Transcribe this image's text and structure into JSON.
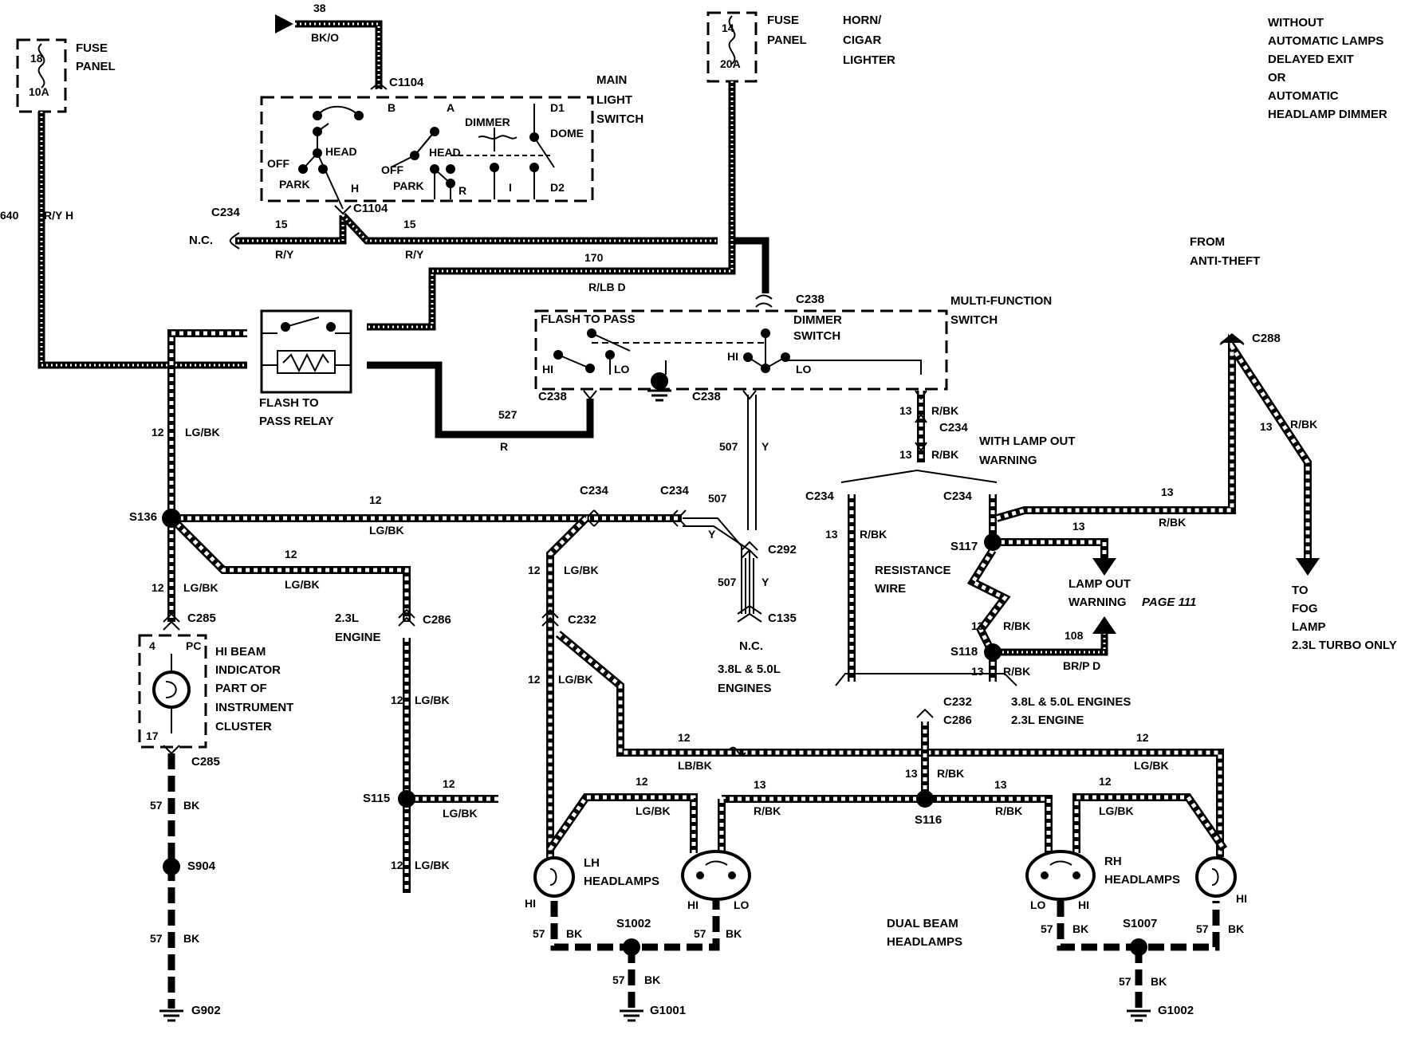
{
  "notes": {
    "without": "WITHOUT",
    "automatic_lamps": "AUTOMATIC LAMPS",
    "delayed_exit": "DELAYED EXIT",
    "or": "OR",
    "automatic": "AUTOMATIC",
    "headlamp_dimmer": "HEADLAMP DIMMER"
  },
  "fuses": {
    "left": {
      "number": "18",
      "rating": "10A",
      "label1": "FUSE",
      "label2": "PANEL"
    },
    "right": {
      "number": "14",
      "rating": "20A",
      "label1": "FUSE",
      "label2": "PANEL",
      "use1": "HORN/",
      "use2": "CIGAR",
      "use3": "LIGHTER"
    }
  },
  "components": {
    "main_light_switch": [
      "MAIN",
      "LIGHT",
      "SWITCH"
    ],
    "flash_to_pass_relay": [
      "FLASH TO",
      "PASS RELAY"
    ],
    "multi_function_switch": [
      "MULTI-FUNCTION",
      "SWITCH"
    ],
    "flash_to_pass": "FLASH TO PASS",
    "dimmer_switch": [
      "DIMMER",
      "SWITCH"
    ],
    "hi_beam_indicator": [
      "HI BEAM",
      "INDICATOR",
      "PART OF",
      "INSTRUMENT",
      "CLUSTER"
    ],
    "lh_headlamps": [
      "LH",
      "HEADLAMPS"
    ],
    "rh_headlamps": [
      "RH",
      "HEADLAMPS"
    ],
    "dual_beam": [
      "DUAL BEAM",
      "HEADLAMPS"
    ],
    "resistance_wire": [
      "RESISTANCE",
      "WIRE"
    ],
    "lamp_out_warning": [
      "LAMP OUT",
      "WARNING"
    ],
    "lamp_out_page": "PAGE 111",
    "with_lamp_out": [
      "WITH LAMP OUT",
      "WARNING"
    ],
    "from_anti_theft": [
      "FROM",
      "ANTI-THEFT"
    ],
    "to_fog_lamp": [
      "TO",
      "FOG",
      "LAMP",
      "2.3L TURBO ONLY"
    ],
    "engines_38_50": [
      "3.8L & 5.0L",
      "ENGINES"
    ],
    "engine_23": [
      "2.3L",
      "ENGINE"
    ],
    "c232_note": "3.8L & 5.0L ENGINES",
    "c286_note": "2.3L ENGINE"
  },
  "switch_labels": {
    "off": "OFF",
    "head": "HEAD",
    "park": "PARK",
    "dimmer": "DIMMER",
    "dome": "DOME",
    "b": "B",
    "a": "A",
    "d1": "D1",
    "d2": "D2",
    "h": "H",
    "r": "R",
    "i": "I",
    "hi": "HI",
    "lo": "LO",
    "pc": "PC",
    "pin4": "4",
    "pin17": "17"
  },
  "connectors": {
    "c1104": "C1104",
    "c234": "C234",
    "c238": "C238",
    "c285": "C285",
    "c286": "C286",
    "c232": "C232",
    "c292": "C292",
    "c135": "C135",
    "c288": "C288",
    "nc": "N.C."
  },
  "splices": {
    "s136": "S136",
    "s115": "S115",
    "s117": "S117",
    "s118": "S118",
    "s116": "S116",
    "s904": "S904",
    "s1002": "S1002",
    "s1007": "S1007"
  },
  "grounds": {
    "g902": "G902",
    "g1001": "G1001",
    "g1002": "G1002"
  },
  "wires": {
    "w38": "38",
    "bk_o": "BK/O",
    "w640": "640",
    "r_y_h": "R/Y H",
    "w15": "15",
    "r_y": "R/Y",
    "w170": "170",
    "r_lb_d": "R/LB D",
    "w527": "527",
    "r": "R",
    "w507": "507",
    "y": "Y",
    "w13": "13",
    "r_bk": "R/BK",
    "w12": "12",
    "lg_bk": "LG/BK",
    "lb_bk": "LB/BK",
    "w57": "57",
    "bk": "BK",
    "w108": "108",
    "br_p_d": "BR/P D"
  }
}
